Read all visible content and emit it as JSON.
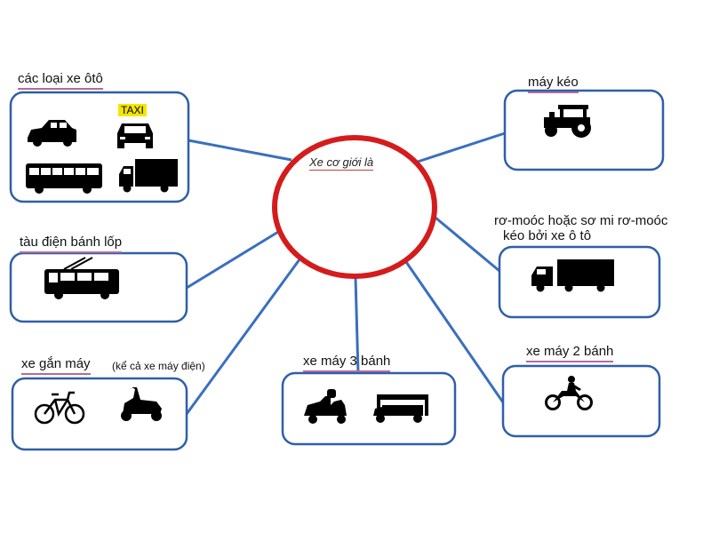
{
  "center": {
    "title": "Xe cơ giới là"
  },
  "nodes": {
    "oto": {
      "label": "các loại xe ôtô",
      "taxi": "TAXI"
    },
    "trolley": {
      "label": "tàu điện bánh lốp"
    },
    "moped": {
      "label": "xe gắn máy",
      "note": "(kể cả xe máy điện)"
    },
    "three_wheel": {
      "label": "xe máy 3 bánh"
    },
    "tractor": {
      "label": "máy kéo"
    },
    "trailer": {
      "label_line1": "rơ-moóc hoặc sơ mi rơ-moóc",
      "label_line2": "kéo bởi xe ô tô"
    },
    "motorbike": {
      "label": "xe máy 2 bánh"
    }
  },
  "colors": {
    "box_border": "#2f5fa8",
    "circle": "#d41c1c",
    "connector": "#3a6fbf",
    "underline": "#b46aa0"
  },
  "icons": [
    "car-icon",
    "taxi-icon",
    "bus-icon",
    "truck-icon",
    "trolleybus-icon",
    "bicycle-icon",
    "scooter-icon",
    "sidecar-icon",
    "tuk-tuk-icon",
    "tractor-icon",
    "semi-truck-icon",
    "motorcycle-rider-icon"
  ]
}
